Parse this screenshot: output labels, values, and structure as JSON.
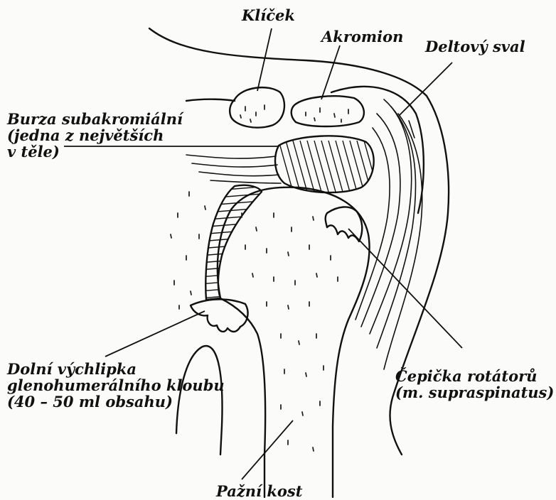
{
  "labels": {
    "klicek": "Klíček",
    "akromion": "Akromion",
    "deltovy": "Deltový sval",
    "burza": [
      "Burza subakromiální",
      "(jedna z největších",
      "v těle)"
    ],
    "dolni": [
      "Dolní výchlipka",
      "glenohumerálního kloubu",
      "(40 – 50 ml obsahu)"
    ],
    "cepicka": [
      "Čepička rotátorů",
      "(m. supraspinatus)"
    ],
    "pazni": "Pažní kost"
  }
}
